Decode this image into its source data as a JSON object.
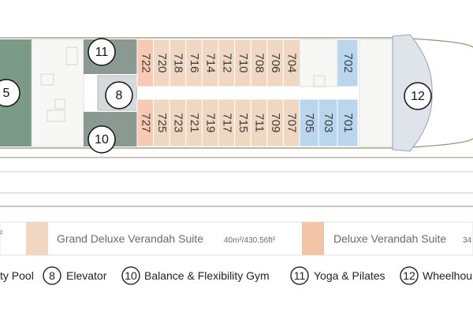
{
  "colors": {
    "grand_deluxe": "#f0d7c2",
    "grand_deluxe_accent": "#f8c9b3",
    "deluxe": "#f4c4a8",
    "accent_blue": "#b9d6ee",
    "green": "#7b9a88",
    "grey_room": "#8a9a93",
    "wheelhouse": "#dfe3ea",
    "hull": "#9a8f75"
  },
  "cabins_upper": [
    {
      "id": "722",
      "type": "grand-deluxe-accent"
    },
    {
      "id": "720",
      "type": "grand-deluxe"
    },
    {
      "id": "718",
      "type": "grand-deluxe"
    },
    {
      "id": "716",
      "type": "grand-deluxe"
    },
    {
      "id": "714",
      "type": "grand-deluxe"
    },
    {
      "id": "712",
      "type": "grand-deluxe"
    },
    {
      "id": "710",
      "type": "grand-deluxe"
    },
    {
      "id": "708",
      "type": "grand-deluxe"
    },
    {
      "id": "706",
      "type": "grand-deluxe"
    },
    {
      "id": "704",
      "type": "grand-deluxe"
    },
    {
      "id": "702",
      "type": "blue"
    }
  ],
  "cabins_lower": [
    {
      "id": "727",
      "type": "grand-deluxe-accent"
    },
    {
      "id": "725",
      "type": "grand-deluxe"
    },
    {
      "id": "723",
      "type": "grand-deluxe"
    },
    {
      "id": "721",
      "type": "grand-deluxe"
    },
    {
      "id": "719",
      "type": "grand-deluxe"
    },
    {
      "id": "717",
      "type": "grand-deluxe"
    },
    {
      "id": "715",
      "type": "grand-deluxe"
    },
    {
      "id": "711",
      "type": "grand-deluxe"
    },
    {
      "id": "709",
      "type": "grand-deluxe"
    },
    {
      "id": "707",
      "type": "grand-deluxe"
    },
    {
      "id": "705",
      "type": "blue"
    },
    {
      "id": "703",
      "type": "blue"
    },
    {
      "id": "701",
      "type": "blue"
    }
  ],
  "markers": {
    "m5": "5",
    "m8": "8",
    "m10": "10",
    "m11": "11",
    "m12": "12"
  },
  "legend": {
    "left_size_fragment": "²",
    "grand_name": "Grand Deluxe Verandah Suite",
    "grand_size": "40m²/430.56ft²",
    "deluxe_name": "Deluxe Verandah Suite",
    "deluxe_size": "34"
  },
  "key": [
    {
      "num": "",
      "label": "ty Pool"
    },
    {
      "num": "8",
      "label": "Elevator"
    },
    {
      "num": "10",
      "label": "Balance & Flexibility Gym"
    },
    {
      "num": "11",
      "label": "Yoga & Pilates"
    },
    {
      "num": "12",
      "label": "Wheelhou"
    }
  ]
}
